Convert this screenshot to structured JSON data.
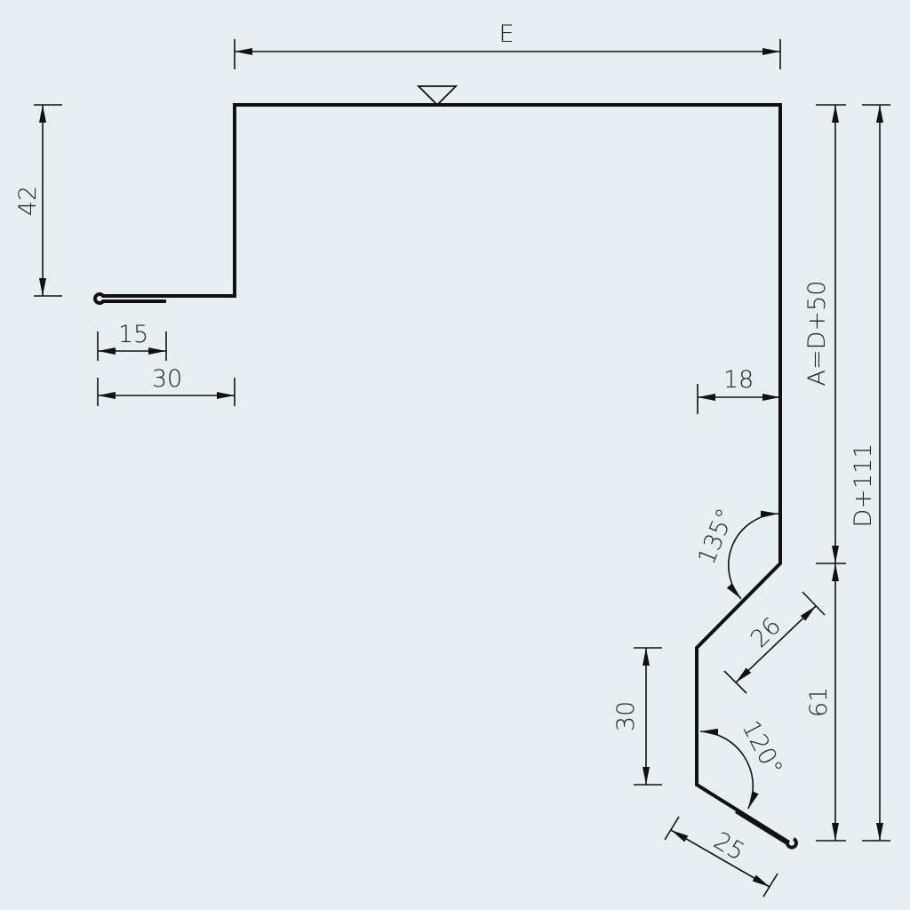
{
  "title": "Sheet metal flashing profile",
  "dimensions": {
    "width_e": "E",
    "height_left": "42",
    "hem_left": "15",
    "flange_left": "30",
    "offset_right": "18",
    "height_a": "A=D+50",
    "height_total": "D+111",
    "height_lower": "61",
    "height_drip": "30",
    "slant_length": "26",
    "hem_length": "25",
    "angle_upper": "135°",
    "angle_lower": "120°"
  },
  "colors": {
    "background": "#e7eff3",
    "line": "#111111"
  }
}
